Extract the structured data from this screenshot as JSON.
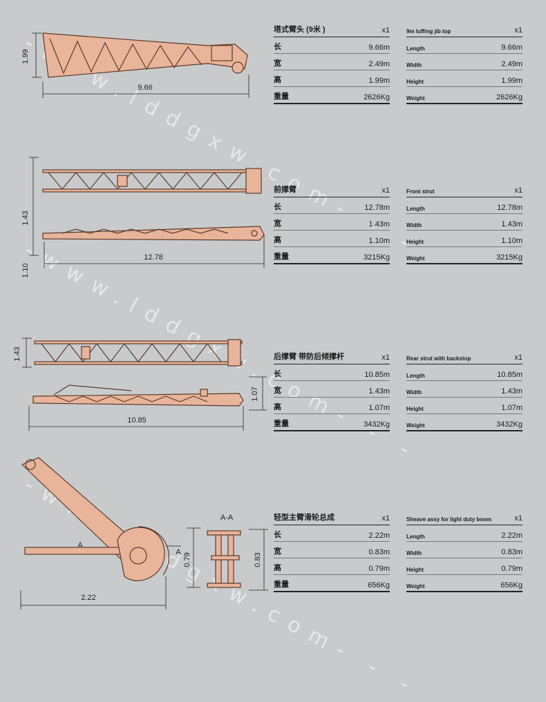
{
  "watermark": "- -www.lddgxw.com- - -",
  "sections": [
    {
      "dims": [
        "1.99",
        "9.66"
      ],
      "cn": {
        "title": "塔式臂头 (9米 )",
        "qty": "x1",
        "rows": [
          {
            "k": "长",
            "v": "9.66m"
          },
          {
            "k": "宽",
            "v": "2.49m"
          },
          {
            "k": "高",
            "v": "1.99m"
          },
          {
            "k": "重量",
            "v": "2626Kg"
          }
        ]
      },
      "en": {
        "title": "9m luffing jib top",
        "qty": "x1",
        "rows": [
          {
            "k": "Length",
            "v": "9.66m"
          },
          {
            "k": "Width",
            "v": "2.49m"
          },
          {
            "k": "Height",
            "v": "1.99m"
          },
          {
            "k": "Weight",
            "v": "2626Kg"
          }
        ]
      }
    },
    {
      "dims": [
        "1.43",
        "12.78",
        "1.10"
      ],
      "cn": {
        "title": "前撑臂",
        "qty": "x1",
        "rows": [
          {
            "k": "长",
            "v": "12.78m"
          },
          {
            "k": "宽",
            "v": "1.43m"
          },
          {
            "k": "高",
            "v": "1.10m"
          },
          {
            "k": "重量",
            "v": "3215Kg"
          }
        ]
      },
      "en": {
        "title": "Front strut",
        "qty": "x1",
        "rows": [
          {
            "k": "Length",
            "v": "12.78m"
          },
          {
            "k": "Width",
            "v": "1.43m"
          },
          {
            "k": "Height",
            "v": "1.10m"
          },
          {
            "k": "Weight",
            "v": "3215Kg"
          }
        ]
      }
    },
    {
      "dims": [
        "1.43",
        "1.07",
        "10.85"
      ],
      "cn": {
        "title": "后撑臂 带防后倾撑杆",
        "qty": "x1",
        "rows": [
          {
            "k": "长",
            "v": "10.85m"
          },
          {
            "k": "宽",
            "v": "1.43m"
          },
          {
            "k": "高",
            "v": "1.07m"
          },
          {
            "k": "重量",
            "v": "3432Kg"
          }
        ]
      },
      "en": {
        "title": "Rear strut with backstop",
        "qty": "x1",
        "rows": [
          {
            "k": "Length",
            "v": "10.85m"
          },
          {
            "k": "Width",
            "v": "1.43m"
          },
          {
            "k": "Height",
            "v": "1.07m"
          },
          {
            "k": "Weight",
            "v": "3432Kg"
          }
        ]
      }
    },
    {
      "dims": [
        "A-A",
        "A",
        "A",
        "0.79",
        "0.83",
        "2.22"
      ],
      "cn": {
        "title": "轻型主臂滑轮总成",
        "qty": "x1",
        "rows": [
          {
            "k": "长",
            "v": "2.22m"
          },
          {
            "k": "宽",
            "v": "0.83m"
          },
          {
            "k": "高",
            "v": "0.79m"
          },
          {
            "k": "重量",
            "v": "656Kg"
          }
        ]
      },
      "en": {
        "title": "Sheave assy for light duty boom",
        "qty": "x1",
        "rows": [
          {
            "k": "Length",
            "v": "2.22m"
          },
          {
            "k": "Width",
            "v": "0.83m"
          },
          {
            "k": "Height",
            "v": "0.79m"
          },
          {
            "k": "Weight",
            "v": "656Kg"
          }
        ]
      }
    }
  ],
  "colors": {
    "background": "#c9cacc",
    "part_fill": "#e8b49a",
    "part_stroke": "#5a3a2a",
    "line": "#222222"
  }
}
